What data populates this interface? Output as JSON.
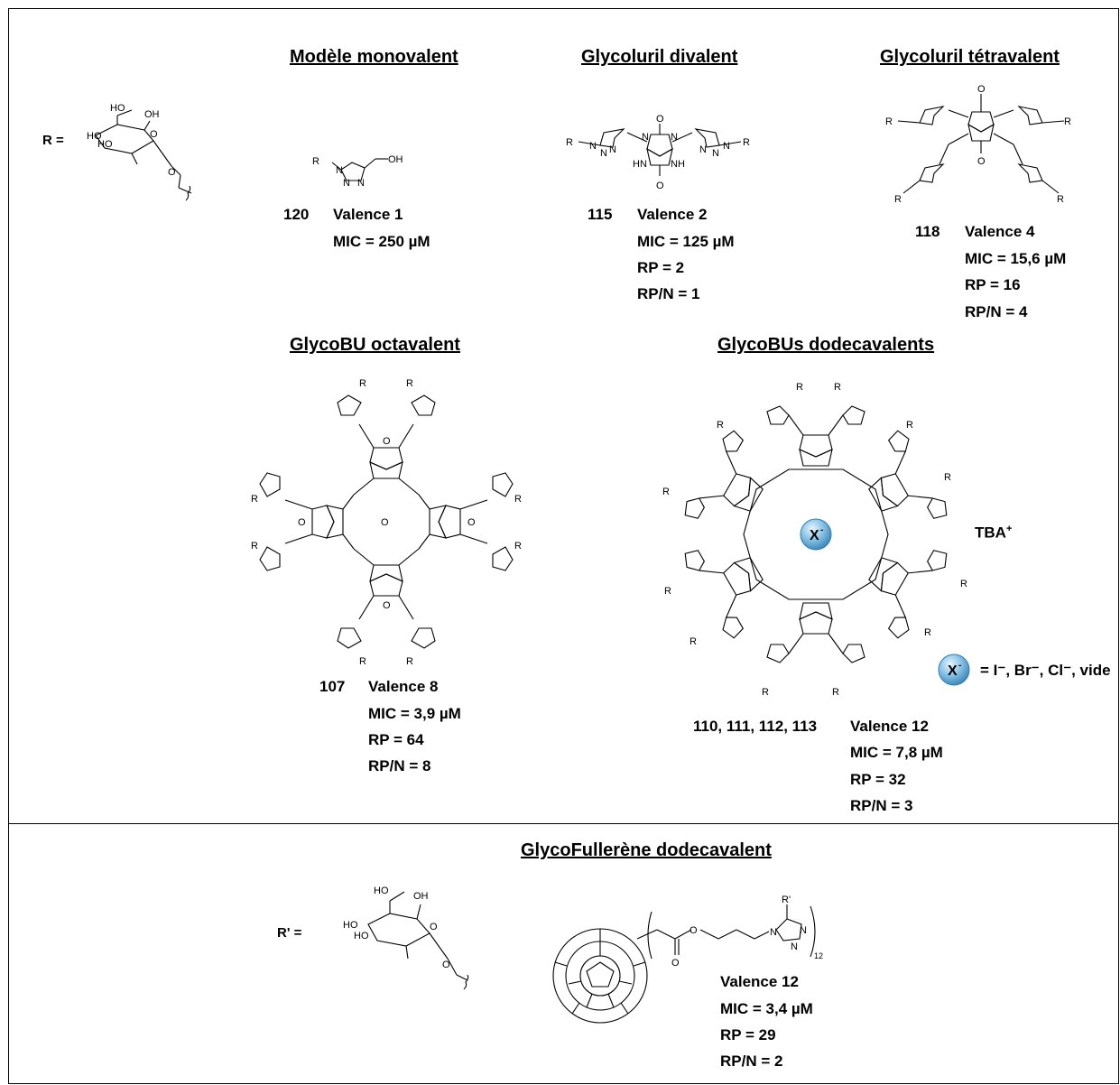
{
  "sections": {
    "monovalent": {
      "title": "Modèle monovalent",
      "id": "120",
      "lines": [
        "Valence 1",
        "MIC = 250 µM"
      ]
    },
    "divalent": {
      "title": "Glycoluril divalent",
      "id": "115",
      "lines": [
        "Valence 2",
        "MIC = 125 µM",
        "RP = 2",
        "RP/N = 1"
      ]
    },
    "tetravalent": {
      "title": "Glycoluril tétravalent",
      "id": "118",
      "lines": [
        "Valence 4",
        "MIC = 15,6 µM",
        "RP = 16",
        "RP/N = 4"
      ]
    },
    "octavalent": {
      "title": "GlycoBU octavalent",
      "id": "107",
      "lines": [
        "Valence 8",
        "MIC = 3,9 µM",
        "RP = 64",
        "RP/N = 8"
      ]
    },
    "dodecavalent": {
      "title": "GlycoBUs dodecavalents",
      "id": "110, 111, 112, 113",
      "lines": [
        "Valence 12",
        "MIC = 7,8 µM",
        "RP = 32",
        "RP/N = 3"
      ]
    },
    "fullerene": {
      "title": "GlycoFullerène dodecavalent",
      "lines": [
        "Valence 12",
        "MIC = 3,4 µM",
        "RP = 29",
        "RP/N = 2"
      ]
    }
  },
  "substituents": {
    "R_label": "R  =",
    "Rprime_label": "R'  ="
  },
  "counterion": {
    "symbol": "X",
    "charge": "-",
    "tba": "TBA",
    "tba_charge": "+",
    "legend": "= I⁻, Br⁻, Cl⁻, vide"
  },
  "atoms": {
    "N": "N",
    "O": "O",
    "R": "R",
    "HO": "HO",
    "OH": "OH",
    "HN": "HN",
    "NH": "NH",
    "Rp": "R'",
    "n12": "12"
  },
  "colors": {
    "ion_fill": "#8fc6e8",
    "ion_edge": "#2f7fb3",
    "line": "#000000"
  }
}
